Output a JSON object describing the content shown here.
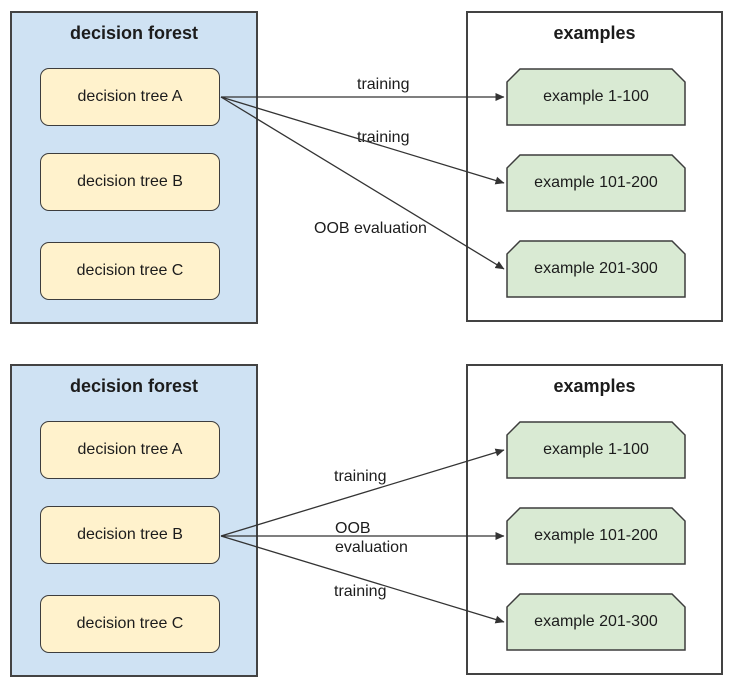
{
  "colors": {
    "forest_fill": "#cfe2f3",
    "tree_fill": "#fff2cc",
    "example_fill": "#d9ead3",
    "box_border": "#434343",
    "node_border": "#3d3d3d",
    "arrow_color": "#333333",
    "text_color": "#1c1c1c"
  },
  "diagrams": [
    {
      "name": "top",
      "source_tree": "decision tree A",
      "forest": {
        "title": "decision forest",
        "trees": [
          "decision tree A",
          "decision tree B",
          "decision tree C"
        ]
      },
      "examples": {
        "title": "examples",
        "items": [
          "example 1-100",
          "example 101-200",
          "example 201-300"
        ]
      },
      "arrows": [
        {
          "from": "decision tree A",
          "to": "example 1-100",
          "label": "training",
          "label_lines": [
            "training"
          ]
        },
        {
          "from": "decision tree A",
          "to": "example 101-200",
          "label": "training",
          "label_lines": [
            "training"
          ]
        },
        {
          "from": "decision tree A",
          "to": "example 201-300",
          "label": "OOB evaluation",
          "label_lines": [
            "OOB evaluation"
          ]
        }
      ]
    },
    {
      "name": "bottom",
      "source_tree": "decision tree B",
      "forest": {
        "title": "decision forest",
        "trees": [
          "decision tree A",
          "decision tree B",
          "decision tree C"
        ]
      },
      "examples": {
        "title": "examples",
        "items": [
          "example 1-100",
          "example 101-200",
          "example 201-300"
        ]
      },
      "arrows": [
        {
          "from": "decision tree B",
          "to": "example 1-100",
          "label": "training",
          "label_lines": [
            "training"
          ]
        },
        {
          "from": "decision tree B",
          "to": "example 101-200",
          "label": "OOB evaluation",
          "label_lines": [
            "OOB",
            "evaluation"
          ]
        },
        {
          "from": "decision tree B",
          "to": "example 201-300",
          "label": "training",
          "label_lines": [
            "training"
          ]
        }
      ]
    }
  ]
}
